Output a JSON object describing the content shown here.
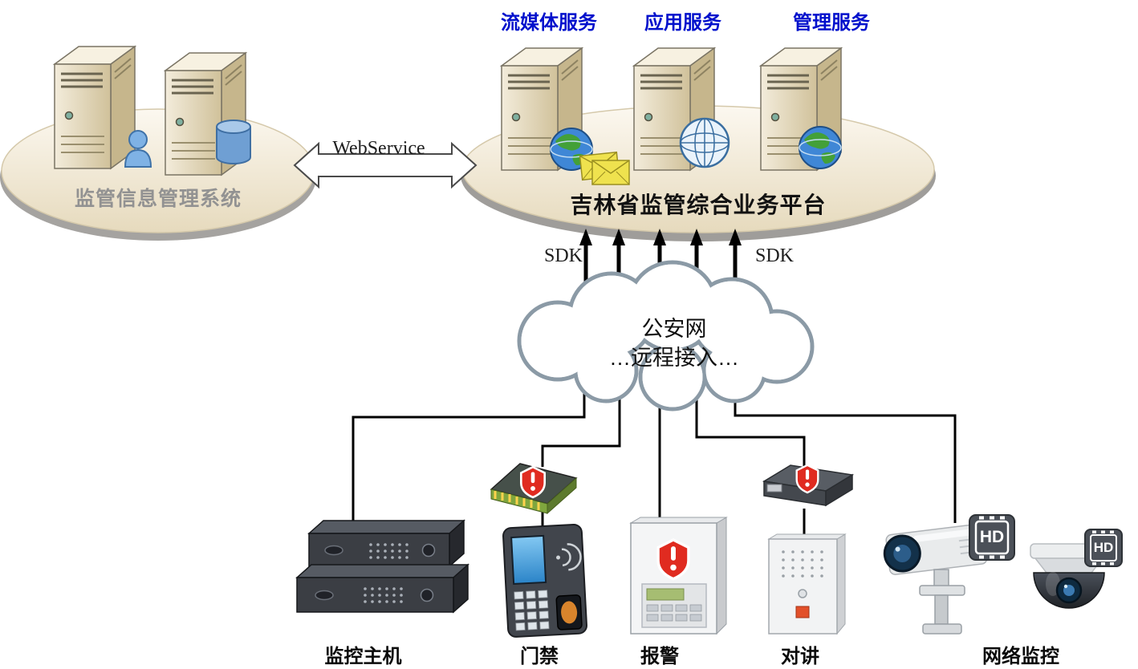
{
  "left_platform": {
    "label": "监管信息管理系统"
  },
  "right_platform": {
    "label": "吉林省监管综合业务平台",
    "services": [
      {
        "label": "流媒体服务"
      },
      {
        "label": "应用服务"
      },
      {
        "label": "管理服务"
      }
    ]
  },
  "link": {
    "webservice": "WebService",
    "sdk_left": "SDK",
    "sdk_right": "SDK"
  },
  "cloud": {
    "line1": "公安网",
    "line2": "…远程接入…"
  },
  "devices": [
    {
      "label": "监控主机"
    },
    {
      "label": "门禁"
    },
    {
      "label": "报警"
    },
    {
      "label": "对讲"
    },
    {
      "label": "网络监控"
    }
  ],
  "badges": {
    "hd": "HD"
  },
  "colors": {
    "service_label": "#0010cc",
    "platform_fill": "#efe5cd",
    "left_label": "#929292",
    "cloud_stroke": "#8b9aa6",
    "alert_red": "#e02b20",
    "line": "#000000"
  }
}
